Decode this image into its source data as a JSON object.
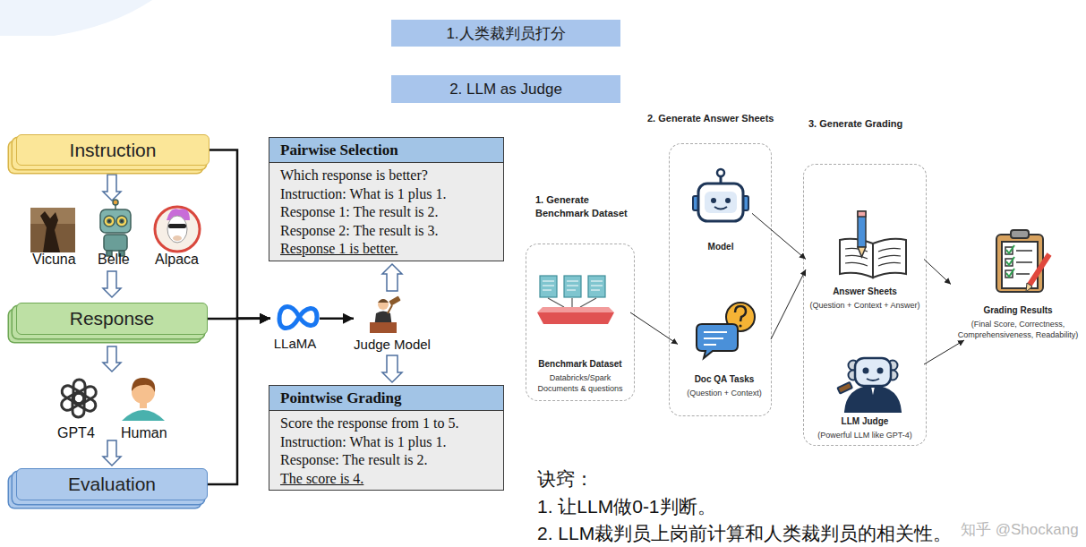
{
  "diagram": {
    "nodes": [
      {
        "text": [
          "1.人类裁判员打分"
        ]
      },
      {
        "text": [
          "2. LLM as Judge"
        ]
      },
      {
        "text": [
          "Instruction"
        ]
      },
      {
        "text": [
          "Response"
        ]
      },
      {
        "text": [
          "Evaluation"
        ]
      },
      {
        "text": [
          "Pairwise Selection",
          "Which response is better?",
          "Instruction: What is 1 plus 1.",
          "Response 1: The result is 2.",
          "Response 2: The result is 3.",
          "Response 1 is better."
        ]
      },
      {
        "text": [
          "LLaMA"
        ]
      },
      {
        "text": [
          "Judge Model"
        ]
      },
      {
        "text": [
          "Pointwise Grading",
          "Score the response from 1 to 5.",
          "Instruction: What is 1 plus 1.",
          "Response: The result is 2.",
          "The score is 4."
        ]
      },
      {
        "text": [
          "1. Generate Benchmark Dataset"
        ]
      },
      {
        "text": [
          "Benchmark Dataset",
          "Databricks/Spark Documents & questions"
        ],
        "in": 9
      },
      {
        "text": [
          "2. Generate Answer Sheets"
        ]
      },
      {
        "text": [
          "Model"
        ],
        "in": 11
      },
      {
        "text": [
          "Doc QA Tasks",
          "(Question + Context)"
        ],
        "in": 11
      },
      {
        "text": [
          "3. Generate Grading"
        ]
      },
      {
        "text": [
          "Answer Sheets",
          "(Question + Context + Answer)"
        ],
        "in": 14
      },
      {
        "text": [
          "LLM Judge",
          "(Powerful LLM like GPT-4)"
        ],
        "in": 14
      },
      {
        "text": [
          "Grading Results",
          "(Final Score, Correctness, Comprehensiveness, Readability)"
        ]
      }
    ],
    "edges": [
      {
        "from": 2,
        "to": 6,
        "arrow": "to"
      },
      {
        "from": 3,
        "to": 6,
        "arrow": "to"
      },
      {
        "from": 4,
        "to": 6,
        "arrow": "to"
      },
      {
        "from": 6,
        "to": 7,
        "arrow": "to"
      },
      {
        "from": 7,
        "to": 5,
        "arrow": "to"
      },
      {
        "from": 7,
        "to": 8,
        "arrow": "to"
      },
      {
        "from": 10,
        "to": 13,
        "arrow": "to"
      },
      {
        "from": 12,
        "to": 15,
        "arrow": "to"
      },
      {
        "from": 13,
        "to": 15,
        "arrow": "to"
      },
      {
        "from": 15,
        "to": 17,
        "arrow": "to"
      },
      {
        "from": 16,
        "to": 17,
        "arrow": "to"
      }
    ],
    "labels": [
      "Vicuna",
      "Belle",
      "Alpaca",
      "GPT4",
      "Human",
      "诀窍：",
      "1. 让LLM做0-1判断。",
      "2. LLM裁判员上岗前计算和人类裁判员的相关性。",
      "知乎 @Shockang"
    ]
  }
}
